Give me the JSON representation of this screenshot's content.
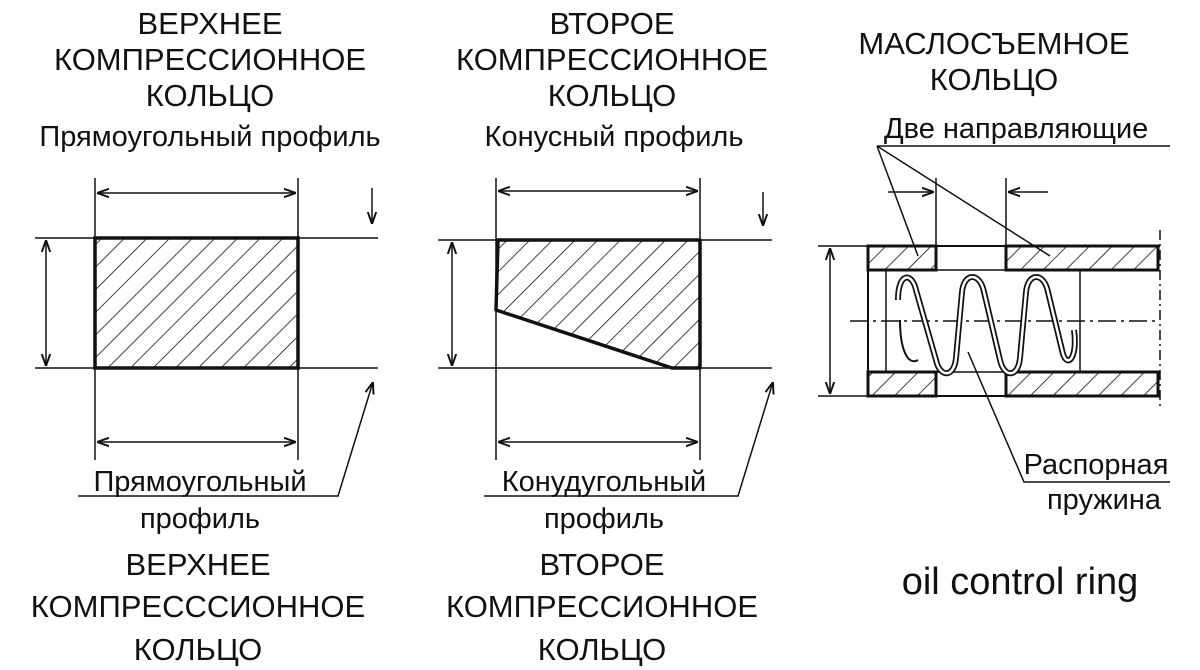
{
  "colors": {
    "ink": "#111111",
    "background": "#ffffff"
  },
  "ring1": {
    "title_lines": [
      "ВЕРХНЕЕ",
      "КОМПРЕССИОННОЕ",
      "КОЛЬЦО"
    ],
    "profile_label": "Прямоугольный профиль",
    "callout_lines": [
      "Прямоугольный",
      "профиль"
    ],
    "bottom_lines": [
      "ВЕРХНЕЕ",
      "КОМПРЕСССИОННОЕ",
      "КОЛЬЦО"
    ]
  },
  "ring2": {
    "title_lines": [
      "ВТОРОЕ",
      "КОМПРЕССИОННОЕ",
      "КОЛЬЦО"
    ],
    "profile_label": "Конусный профиль",
    "callout_lines": [
      "Конудугольный",
      "профиль"
    ],
    "bottom_lines": [
      "ВТОРОЕ",
      "КОМПРЕССИОННОЕ",
      "КОЛЬЦО"
    ]
  },
  "ring3": {
    "title_lines": [
      "МАСЛОСЪЕМНОЕ",
      "КОЛЬЦО"
    ],
    "guides_label": "Две направляющие",
    "spring_lines": [
      "Распорная",
      "пружина"
    ],
    "bottom_caption": "oil control ring"
  }
}
